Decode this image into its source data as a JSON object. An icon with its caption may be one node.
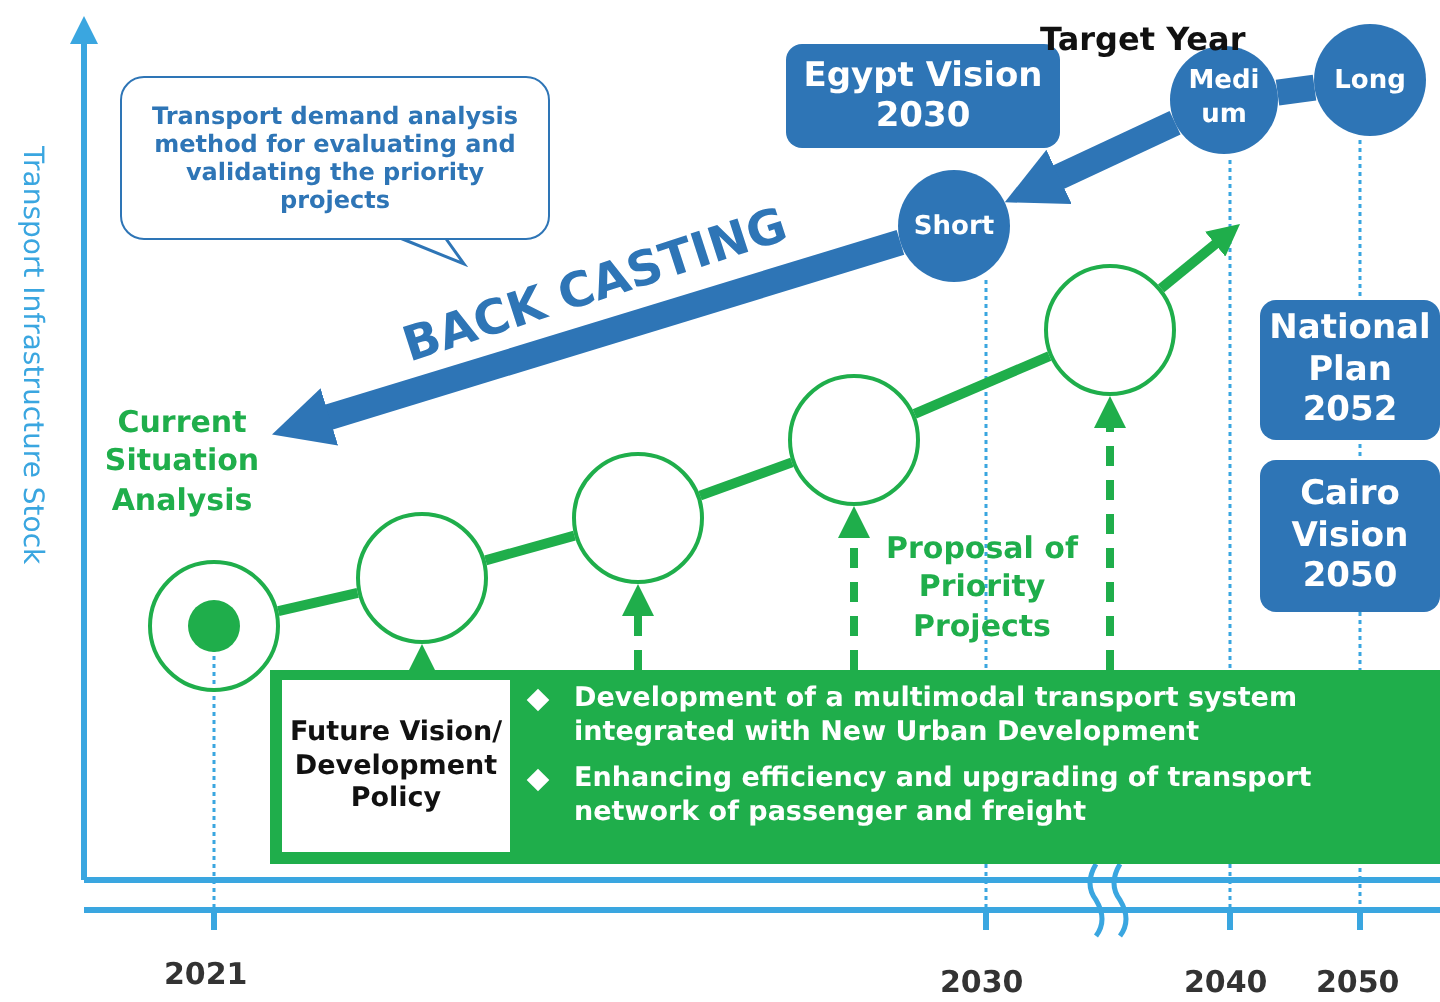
{
  "diagram": {
    "nodes": [
      {
        "text": [
          "Transport demand analysis method for evaluating and validating the priority projects"
        ]
      },
      {
        "text": [
          "Egypt Vision 2030"
        ]
      },
      {
        "text": [
          "Short"
        ]
      },
      {
        "text": [
          "Medium"
        ]
      },
      {
        "text": [
          "Long"
        ]
      },
      {
        "text": [
          "National Plan 2052"
        ]
      },
      {
        "text": [
          "Cairo Vision 2050"
        ]
      },
      {
        "text": [
          "Current Situation Analysis"
        ]
      },
      {
        "text": [],
        "shape": "circle"
      },
      {
        "text": [],
        "shape": "circle"
      },
      {
        "text": [],
        "shape": "circle"
      },
      {
        "text": [],
        "shape": "circle"
      },
      {
        "text": [],
        "shape": "circle"
      },
      {
        "text": [
          "Proposal of Priority Projects"
        ]
      },
      {
        "text": [
          "Development of a multimodal transport system integrated with New Urban Development",
          "Enhancing efficiency and upgrading of transport network of passenger and freight"
        ]
      },
      {
        "text": [
          "Future Vision/ Development Policy"
        ],
        "in": 14
      }
    ],
    "edges": [
      {
        "from": 4,
        "to": 3,
        "arrow": "none",
        "style": "thick",
        "color": "#2e75b6"
      },
      {
        "from": 3,
        "to": 2,
        "arrow": "to",
        "style": "thick",
        "color": "#2e75b6"
      },
      {
        "from": 2,
        "to": 7,
        "arrow": "to",
        "label": "BACK CASTING",
        "style": "thick",
        "color": "#2e75b6"
      },
      {
        "from": 8,
        "to": 9,
        "arrow": "none"
      },
      {
        "from": 9,
        "to": 10,
        "arrow": "none"
      },
      {
        "from": 10,
        "to": 11,
        "arrow": "none"
      },
      {
        "from": 11,
        "to": 12,
        "arrow": "none"
      },
      {
        "from": 12,
        "to": null,
        "arrow": "to"
      },
      {
        "from": 14,
        "to": 9,
        "arrow": "to",
        "style": "dashed"
      },
      {
        "from": 14,
        "to": 10,
        "arrow": "to",
        "style": "dashed"
      },
      {
        "from": 14,
        "to": 11,
        "arrow": "to",
        "style": "dashed"
      },
      {
        "from": 14,
        "to": 12,
        "arrow": "to",
        "style": "dashed"
      }
    ],
    "labels": [
      "Target Year",
      "Transport Infrastructure Stock",
      "2021",
      "2030",
      "2040",
      "2050"
    ]
  }
}
